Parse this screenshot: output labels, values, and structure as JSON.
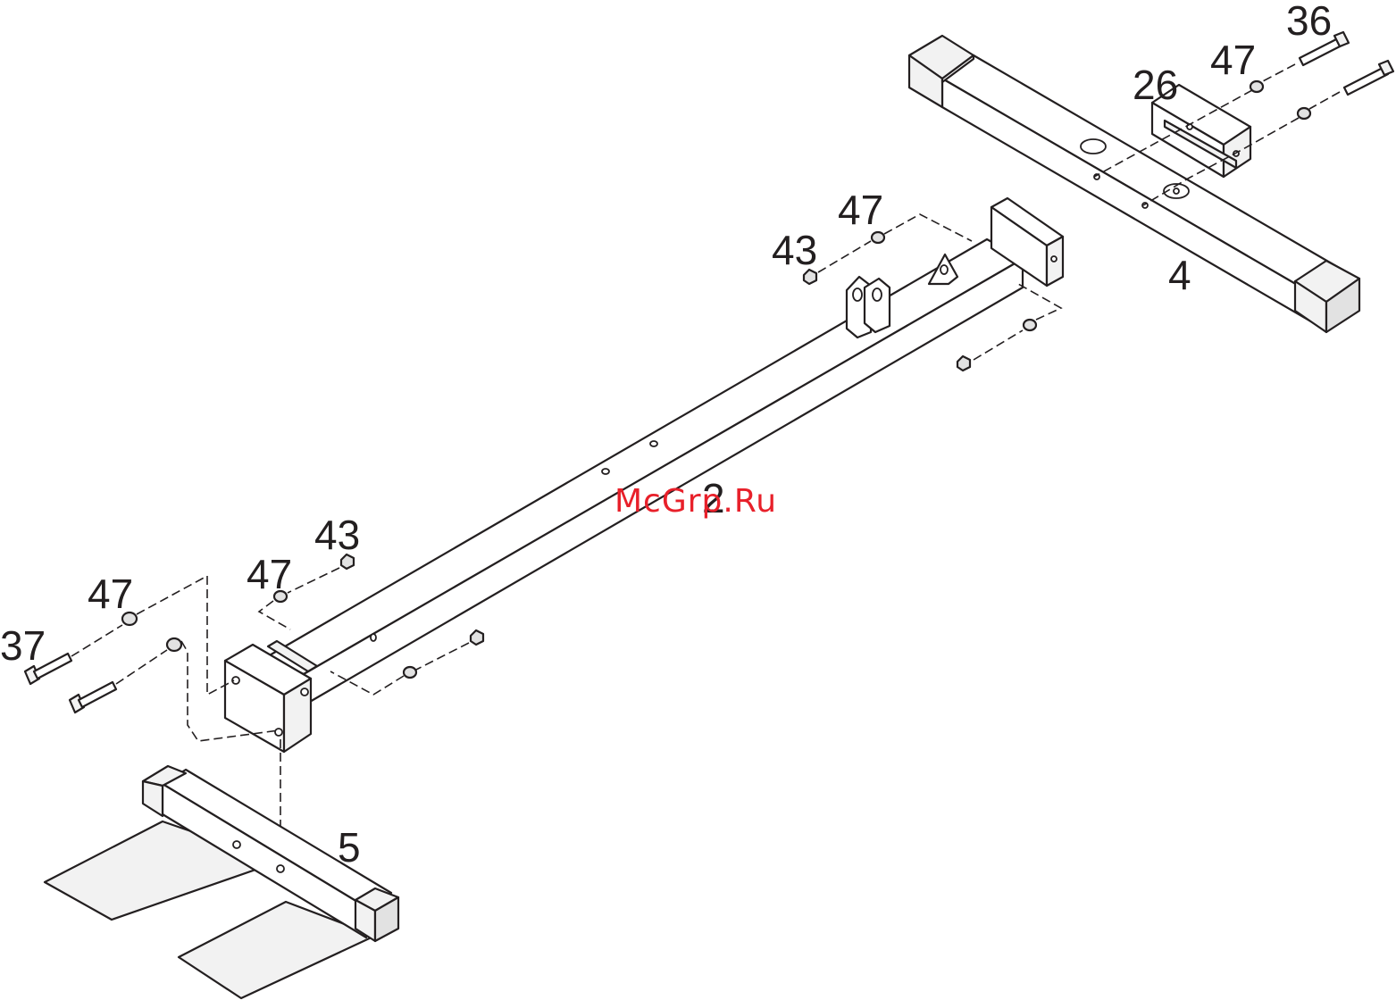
{
  "watermark": {
    "text": "McGrp.Ru",
    "color": "#e8202a"
  },
  "labels": {
    "part_36": "36",
    "part_47_top": "47",
    "part_26": "26",
    "part_4": "4",
    "part_47_mid": "47",
    "part_43_mid": "43",
    "part_2": "2",
    "part_43_low": "43",
    "part_47_low": "47",
    "part_47_left": "47",
    "part_37": "37",
    "part_5": "5"
  },
  "colors": {
    "line": "#231f20",
    "background": "#ffffff"
  }
}
